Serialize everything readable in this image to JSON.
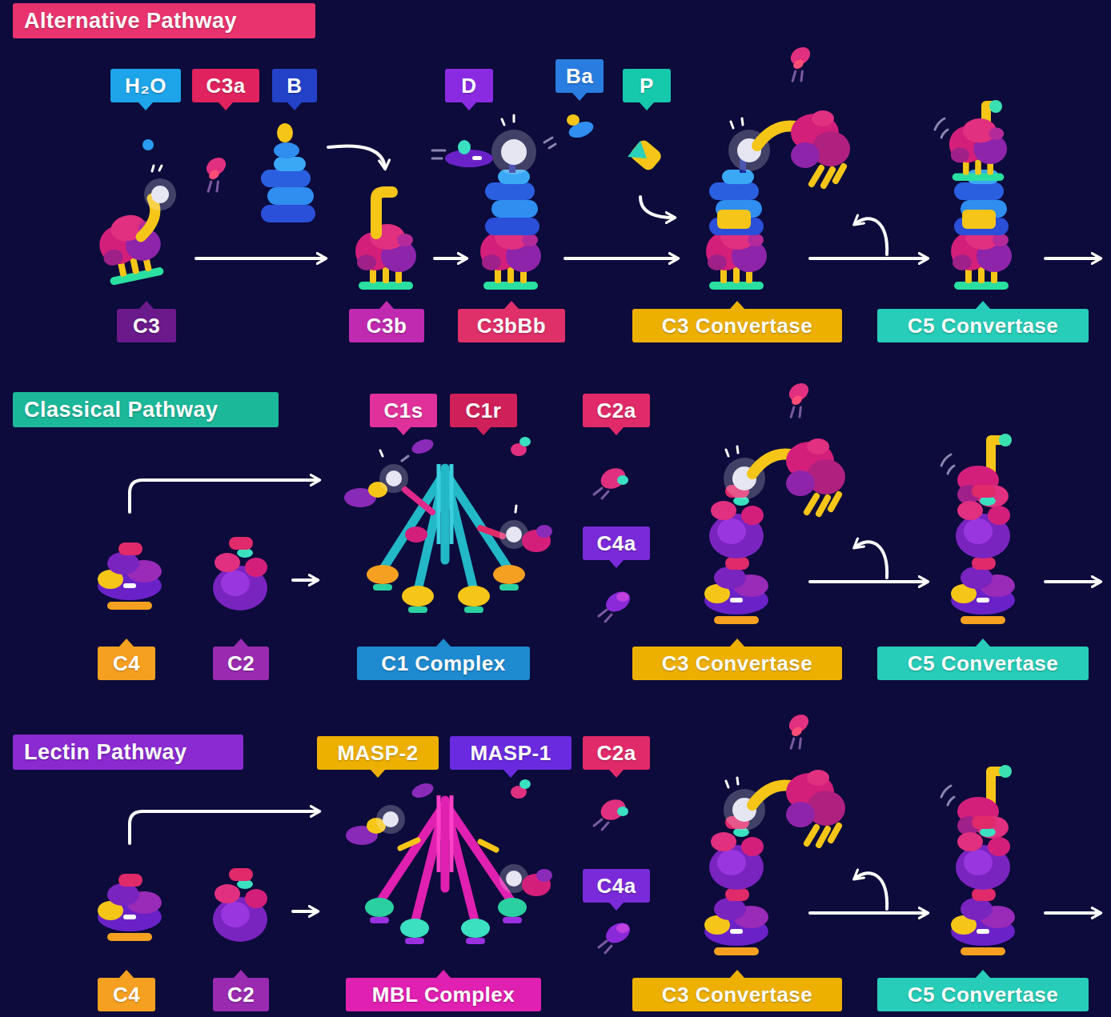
{
  "diagram": {
    "nodes": [
      {
        "text": [
          "Alternative Pathway"
        ]
      },
      {
        "text": [
          "H₂O"
        ]
      },
      {
        "text": [
          "C3a"
        ]
      },
      {
        "text": [
          "B"
        ]
      },
      {
        "text": [
          "D"
        ]
      },
      {
        "text": [
          "Ba"
        ]
      },
      {
        "text": [
          "P"
        ]
      },
      {
        "text": [
          "C3"
        ]
      },
      {
        "text": [
          "C3b"
        ]
      },
      {
        "text": [
          "C3bBb"
        ]
      },
      {
        "text": [
          "C3 Convertase"
        ]
      },
      {
        "text": [
          "C5 Convertase"
        ]
      },
      {
        "text": [
          "Classical Pathway"
        ]
      },
      {
        "text": [
          "C1s"
        ]
      },
      {
        "text": [
          "C1r"
        ]
      },
      {
        "text": [
          "C2a"
        ]
      },
      {
        "text": [
          "C4a"
        ]
      },
      {
        "text": [
          "C4"
        ]
      },
      {
        "text": [
          "C2"
        ]
      },
      {
        "text": [
          "C1 Complex"
        ]
      },
      {
        "text": [
          "C3 Convertase"
        ]
      },
      {
        "text": [
          "C5 Convertase"
        ]
      },
      {
        "text": [
          "Lectin Pathway"
        ]
      },
      {
        "text": [
          "MASP-2"
        ]
      },
      {
        "text": [
          "MASP-1"
        ]
      },
      {
        "text": [
          "C2a"
        ]
      },
      {
        "text": [
          "C4a"
        ]
      },
      {
        "text": [
          "C4"
        ]
      },
      {
        "text": [
          "C2"
        ]
      },
      {
        "text": [
          "MBL Complex"
        ]
      },
      {
        "text": [
          "C3 Convertase"
        ]
      },
      {
        "text": [
          "C5 Convertase"
        ]
      }
    ]
  }
}
